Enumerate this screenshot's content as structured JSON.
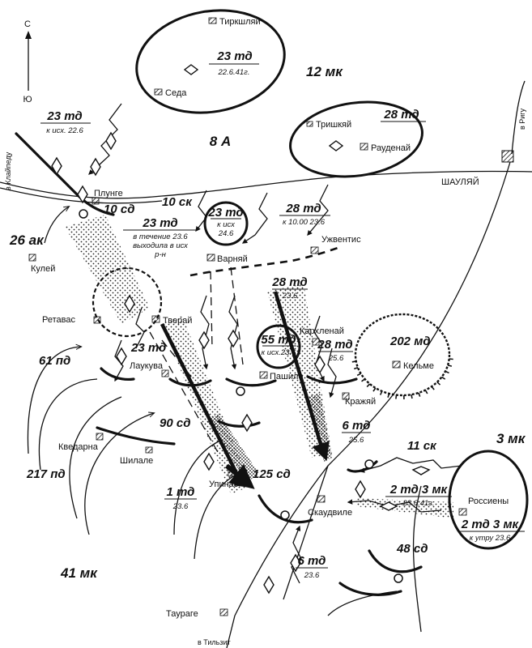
{
  "compass": {
    "north": "С",
    "south": "Ю"
  },
  "roads": {
    "klaipeda": "в Клайпеду",
    "riga": "в Ригу",
    "tilsit": "в Тильзит"
  },
  "towns": {
    "tirkshlyai": "Тиркшляй",
    "seda": "Седа",
    "trishkyai": "Тришкяй",
    "raudenai": "Рауденай",
    "shaulyai": "ШАУЛЯЙ",
    "plunge": "Плунге",
    "uzhventis": "Ужвентис",
    "varnyai": "Варняй",
    "kulei": "Кулей",
    "retavas": "Ретавас",
    "tverai": "Тверай",
    "karklenai": "Кархленай",
    "kelme": "Кельме",
    "laukuva": "Лаукува",
    "pashile": "Пашиле",
    "krazhyai": "Кражяй",
    "kvedarna": "Кведарна",
    "shilale": "Шилале",
    "upinas": "Упинас",
    "skaudvile": "Скаудвиле",
    "rossieny": "Россиены",
    "taurage": "Таураге"
  },
  "units": {
    "td23_top": {
      "name": "23 тд",
      "note": "22.6.41г."
    },
    "mk12": "12 мк",
    "td28_top": "28 тд",
    "army8": "8 А",
    "td23_left": {
      "name": "23 тд",
      "note": "к исх. 22.6"
    },
    "sd10": "10 сд",
    "sk10": "10 ск",
    "td23_center": {
      "name": "23 тд",
      "note1": "в течение 23.6",
      "note2": "выходила в исх",
      "note3": "р-н"
    },
    "td23_circle": {
      "name": "23 тд",
      "note1": "к исх",
      "note2": "24.6"
    },
    "td28_mid": {
      "name": "28 тд",
      "note": "к 10.00 23.6"
    },
    "ak26": "26 ак",
    "td28_lower": {
      "name": "28 тд",
      "note": "23.6"
    },
    "td55": {
      "name": "55 тд",
      "note": "к исх.23.6"
    },
    "td28_kark": {
      "name": "28 тд",
      "note": "25.6"
    },
    "md202": "202 мд",
    "pd61": "61 пд",
    "td23_laukuva": "23 тд",
    "sd90": "90 сд",
    "td6_right": {
      "name": "6 тд",
      "note": "25.6"
    },
    "sk11": "11 ск",
    "mk3_right": "3 мк",
    "pd217": "217 пд",
    "td1": {
      "name": "1 тд",
      "note": "23.6"
    },
    "sd125": "125 сд",
    "td2_a": {
      "name": "2 тд 3 мк",
      "note": "23.6.41г."
    },
    "td2_b": {
      "name": "2 тд 3 мк",
      "note": "к утру 23.6"
    },
    "td6_bottom": {
      "name": "6 тд",
      "note": "23.6"
    },
    "sd48": "48 сд",
    "mk41": "41 мк"
  }
}
